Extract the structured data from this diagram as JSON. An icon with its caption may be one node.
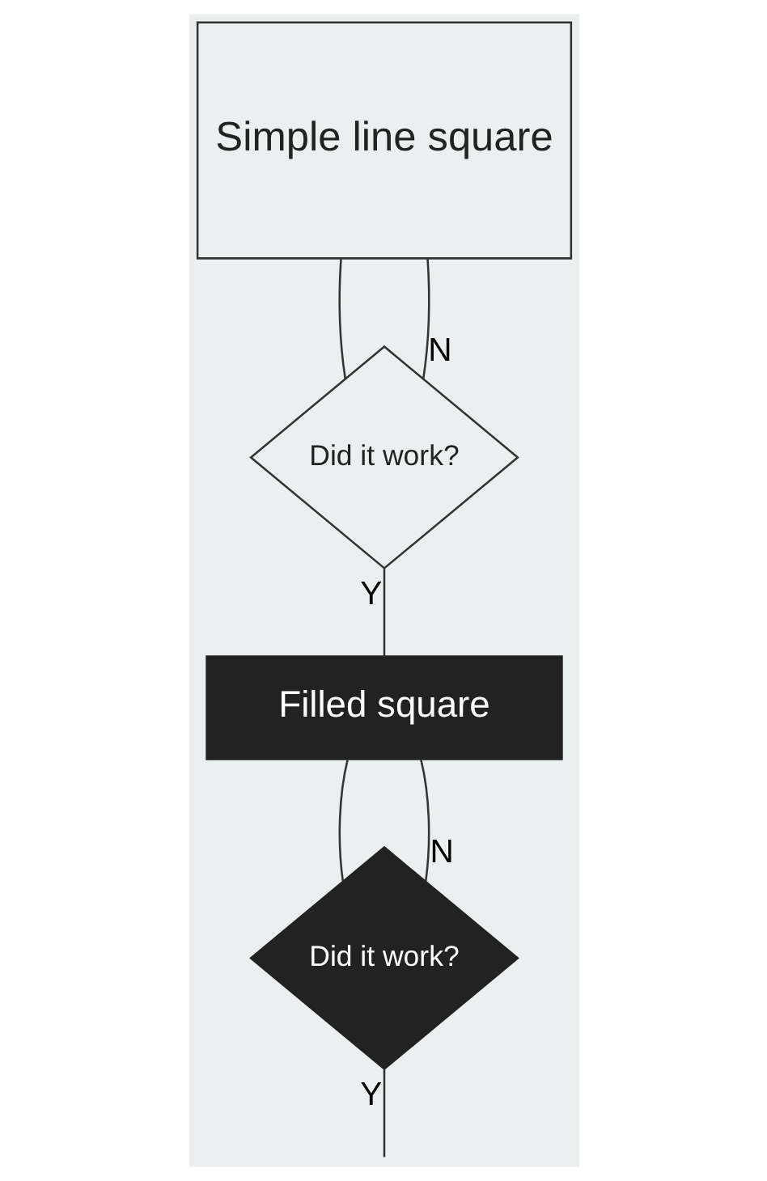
{
  "diagram": {
    "nodes": [
      {
        "text": [
          "Simple line square"
        ]
      },
      {
        "text": [
          "Did it work?"
        ]
      },
      {
        "text": [
          "Filled square"
        ]
      },
      {
        "text": [
          "Did it work?"
        ]
      }
    ],
    "edges": [
      {
        "from": 0,
        "to": 1,
        "arrow": "none"
      },
      {
        "from": 1,
        "to": 0,
        "arrow": "none",
        "label": "N"
      },
      {
        "from": 1,
        "to": 2,
        "arrow": "none",
        "label": "Y"
      },
      {
        "from": 2,
        "to": 3,
        "arrow": "none"
      },
      {
        "from": 3,
        "to": 2,
        "arrow": "none",
        "label": "N"
      },
      {
        "from": 3,
        "to": null,
        "arrow": "none",
        "label": "Y"
      }
    ]
  }
}
